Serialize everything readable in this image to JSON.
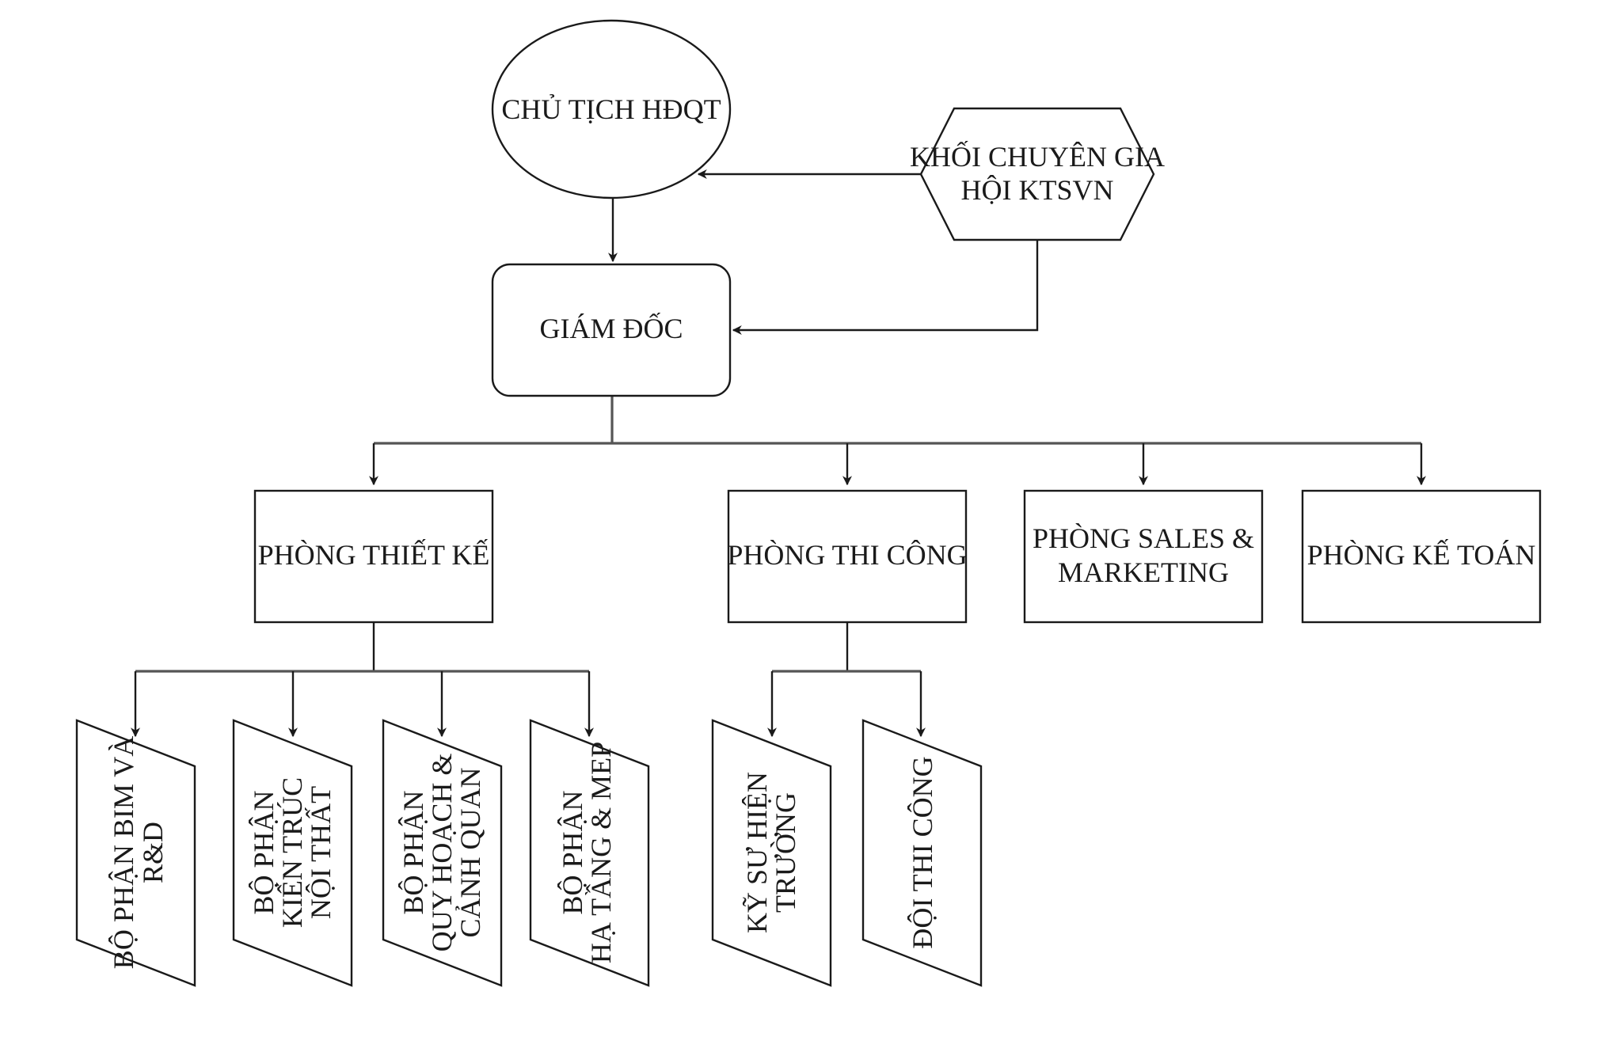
{
  "nodes": {
    "chairman": "CHỦ TỊCH HĐQT",
    "expert_block": [
      "KHỐI CHUYÊN GIA",
      "HỘI KTSVN"
    ],
    "director": "GIÁM ĐỐC",
    "dept_design": "PHÒNG THIẾT KẾ",
    "dept_construction": "PHÒNG THI CÔNG",
    "dept_sales": [
      "PHÒNG SALES &",
      "MARKETING"
    ],
    "dept_accounting": "PHÒNG KẾ TOÁN",
    "unit_bim": [
      "BỘ PHẬN BIM VÀ",
      "R&D"
    ],
    "unit_architecture": [
      "BỘ PHẬN",
      "KIẾN TRÚC",
      "NỘI THẤT"
    ],
    "unit_planning": [
      "BỘ PHẬN",
      "QUY HOẠCH &",
      "CẢNH QUAN"
    ],
    "unit_infrastructure": [
      "BỘ PHẬN",
      "HẠ TẦNG & MEP"
    ],
    "unit_site_engineer": [
      "KỸ SƯ HIỆN",
      "TRƯỜNG"
    ],
    "unit_construction_team": [
      "ĐỘI THI CÔNG"
    ]
  }
}
